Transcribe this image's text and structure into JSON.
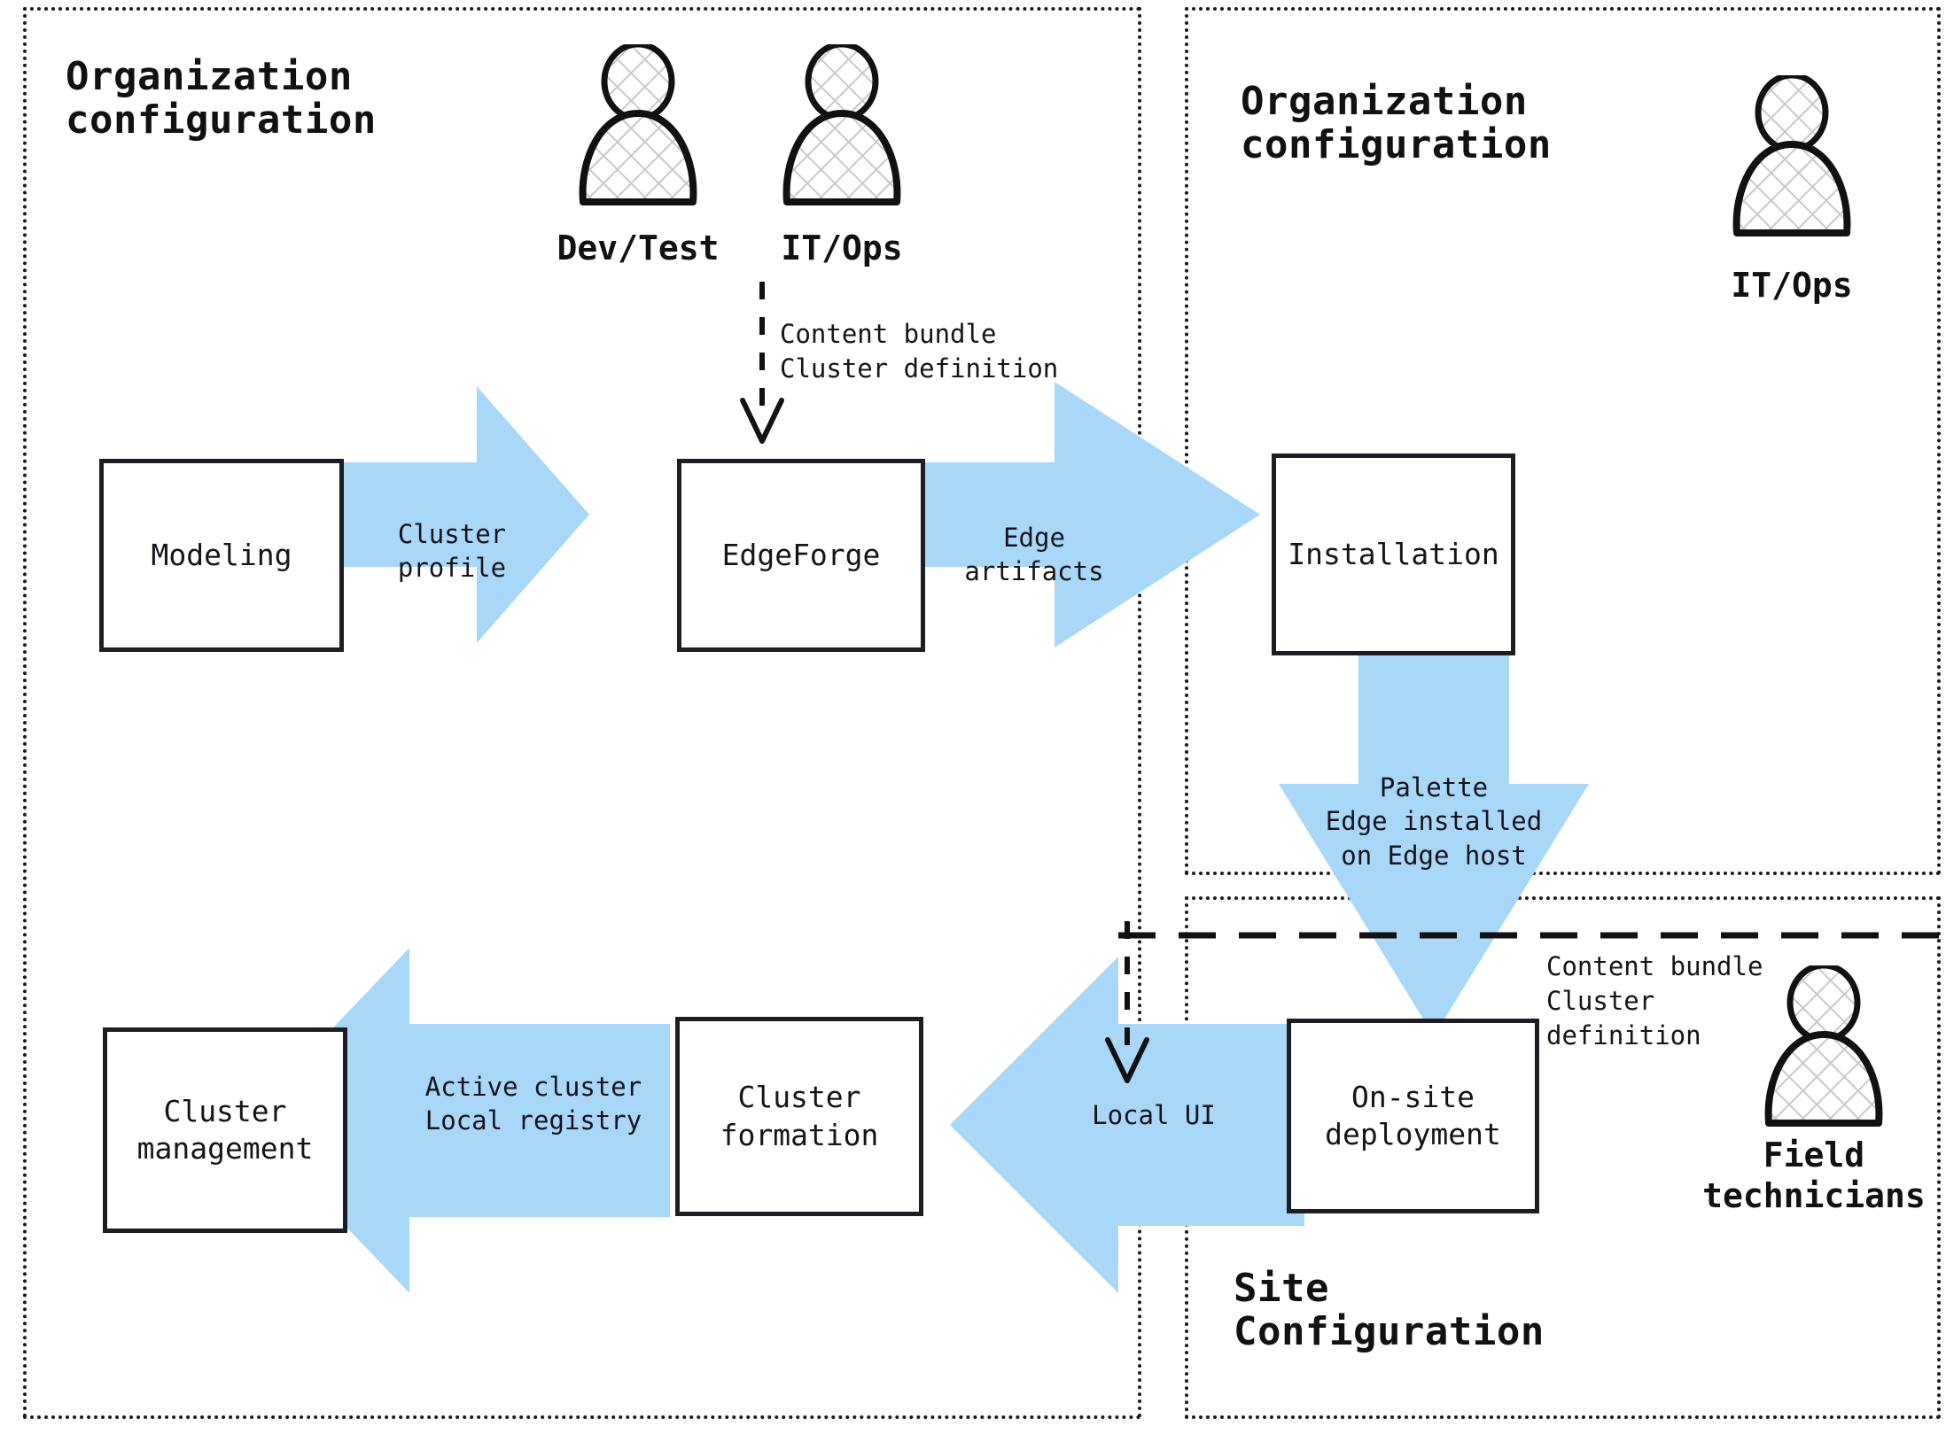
{
  "diagram": {
    "title_hidden": "",
    "accent_blue": "#A8D7F8",
    "stroke_black": "#1d1d24"
  },
  "panels": [
    {
      "id": "org-config-left",
      "title": "Organization\nconfiguration"
    },
    {
      "id": "org-config-right",
      "title": "Organization\nconfiguration"
    },
    {
      "id": "site-config",
      "title": "Site\nConfiguration"
    }
  ],
  "actors": [
    {
      "id": "dev-test",
      "label": "Dev/Test",
      "icon": "person-icon"
    },
    {
      "id": "it-ops-left",
      "label": "IT/Ops",
      "icon": "person-icon"
    },
    {
      "id": "it-ops-right",
      "label": "IT/Ops",
      "icon": "person-icon"
    },
    {
      "id": "field-technicians",
      "label": "Field\ntechnicians",
      "icon": "person-icon"
    }
  ],
  "nodes": [
    {
      "id": "modeling",
      "label": "Modeling"
    },
    {
      "id": "edgeforge",
      "label": "EdgeForge"
    },
    {
      "id": "installation",
      "label": "Installation"
    },
    {
      "id": "onsite-deployment",
      "label": "On-site\ndeployment"
    },
    {
      "id": "cluster-formation",
      "label": "Cluster\nformation"
    },
    {
      "id": "cluster-management",
      "label": "Cluster\nmanagement"
    }
  ],
  "flows": [
    {
      "id": "cluster-profile",
      "label": "Cluster\nprofile",
      "direction": "right"
    },
    {
      "id": "edge-artifacts",
      "label": "Edge\nartifacts",
      "direction": "right"
    },
    {
      "id": "palette-edge",
      "label": "Palette\nEdge installed\non Edge host",
      "direction": "down"
    },
    {
      "id": "local-ui",
      "label": "Local UI",
      "direction": "left"
    },
    {
      "id": "active-cluster",
      "label": "Active cluster\nLocal registry",
      "direction": "left"
    }
  ],
  "connectors": [
    {
      "id": "itops-to-edgeforge",
      "label": "Content bundle\nCluster definition",
      "style": "dashed-arrow-down"
    },
    {
      "id": "fieldtech-to-onsite",
      "label": "Content bundle\nCluster\ndefinition",
      "style": "dashed-arrow-down"
    }
  ]
}
